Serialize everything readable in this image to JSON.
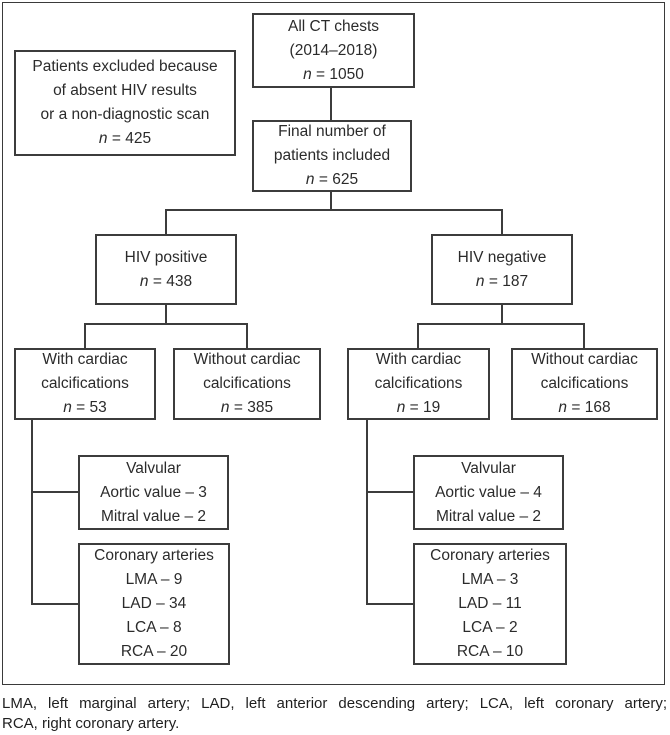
{
  "figure": {
    "type": "flowchart",
    "line_color": "#3C3C3C",
    "text_color": "#2B2B2B",
    "background_color": "#FFFFFF"
  },
  "nodes": {
    "all_ct": {
      "lines": [
        "All CT chests",
        "(2014–2018)"
      ],
      "n_label": "n",
      "n_value": "= 1050"
    },
    "excluded": {
      "lines": [
        "Patients excluded because",
        "of absent HIV results",
        "or a non-diagnostic scan"
      ],
      "n_label": "n",
      "n_value": "= 425"
    },
    "final": {
      "lines": [
        "Final number of",
        "patients included"
      ],
      "n_label": "n",
      "n_value": "= 625"
    },
    "hiv_pos": {
      "lines": [
        "HIV positive"
      ],
      "n_label": "n",
      "n_value": "= 438"
    },
    "hiv_neg": {
      "lines": [
        "HIV negative"
      ],
      "n_label": "n",
      "n_value": "= 187"
    },
    "pos_with": {
      "lines": [
        "With cardiac",
        "calcifications"
      ],
      "n_label": "n",
      "n_value": "= 53"
    },
    "pos_without": {
      "lines": [
        "Without cardiac",
        "calcifications"
      ],
      "n_label": "n",
      "n_value": "= 385"
    },
    "neg_with": {
      "lines": [
        "With cardiac",
        "calcifications"
      ],
      "n_label": "n",
      "n_value": "= 19"
    },
    "neg_without": {
      "lines": [
        "Without cardiac",
        "calcifications"
      ],
      "n_label": "n",
      "n_value": "= 168"
    },
    "pos_valvular": {
      "title": "Valvular",
      "items": [
        "Aortic value – 3",
        "Mitral value – 2"
      ]
    },
    "neg_valvular": {
      "title": "Valvular",
      "items": [
        "Aortic value – 4",
        "Mitral value – 2"
      ]
    },
    "pos_coronary": {
      "title": "Coronary arteries",
      "items": [
        "LMA – 9",
        "LAD – 34",
        "LCA – 8",
        "RCA – 20"
      ]
    },
    "neg_coronary": {
      "title": "Coronary arteries",
      "items": [
        "LMA – 3",
        "LAD – 11",
        "LCA – 2",
        "RCA – 10"
      ]
    }
  },
  "caption": {
    "line1": "LMA, left marginal artery; LAD, left anterior descending artery; LCA, left coronary artery;",
    "line2": "RCA, right coronary artery."
  }
}
